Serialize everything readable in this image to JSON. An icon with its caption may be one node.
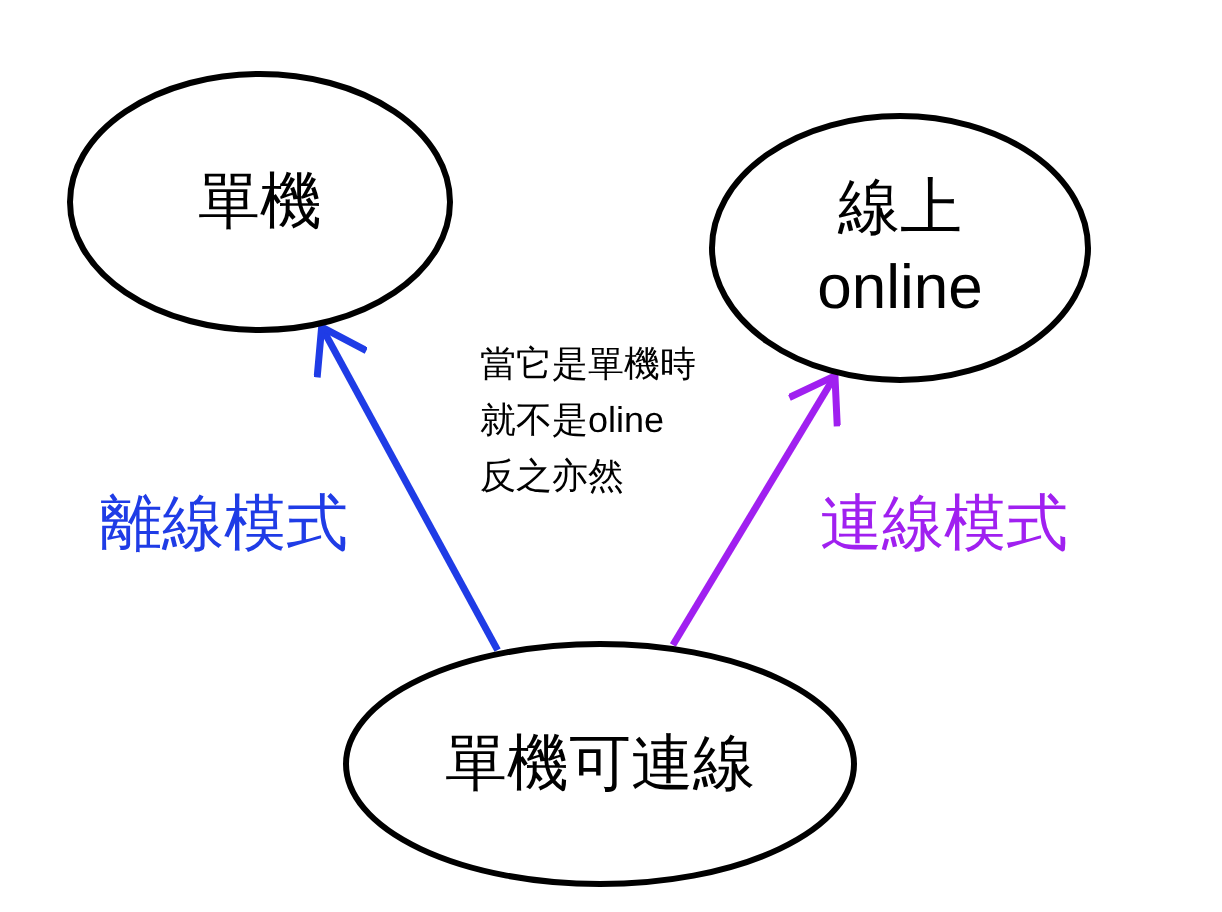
{
  "diagram": {
    "nodes": [
      {
        "text": [
          "單機"
        ]
      },
      {
        "text": [
          "線上",
          "online"
        ]
      },
      {
        "text": [
          "單機可連線"
        ]
      }
    ],
    "edges": [
      {
        "from": 2,
        "to": 0,
        "arrow": "to",
        "label": "離線模式",
        "color": "#1f3ce6"
      },
      {
        "from": 2,
        "to": 1,
        "arrow": "to",
        "label": "連線模式",
        "color": "#a020f0"
      }
    ],
    "labels": [
      "當它是單機時就不是oline反之亦然"
    ]
  }
}
